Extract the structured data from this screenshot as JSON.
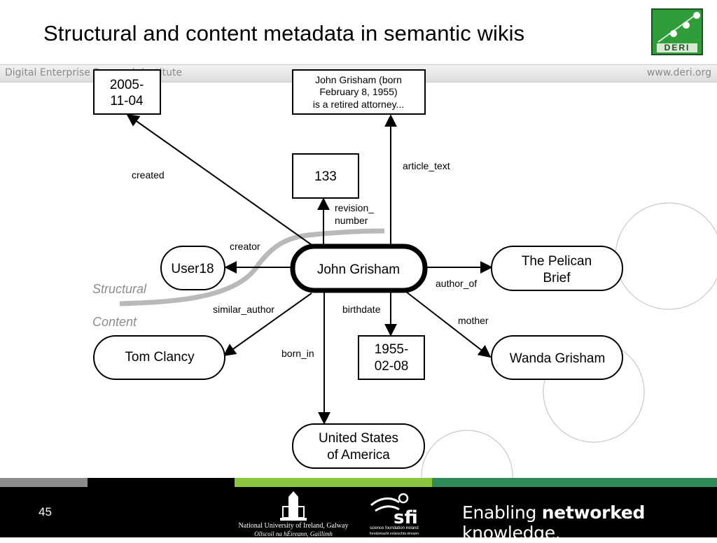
{
  "slide": {
    "title": "Structural and content metadata in semantic wikis",
    "banner_left": "Digital Enterprise Research Institute",
    "banner_right": "www.deri.org",
    "logo_text": "DERI",
    "page_number": "45"
  },
  "diagram": {
    "nodes": {
      "center": "John Grisham",
      "user": "User18",
      "date_created_1": "2005-",
      "date_created_2": "11-04",
      "article_1": "John Grisham (born",
      "article_2": "February 8, 1955)",
      "article_3": "is a retired attorney...",
      "revision": "133",
      "pelican_1": "The Pelican",
      "pelican_2": "Brief",
      "tom_clancy": "Tom Clancy",
      "birth_1": "1955-",
      "birth_2": "02-08",
      "wanda": "Wanda Grisham",
      "usa_1": "United States",
      "usa_2": "of America"
    },
    "edges": {
      "created": "created",
      "article_text": "article_text",
      "revision_1": "revision_",
      "revision_2": "number",
      "creator": "creator",
      "author_of": "author_of",
      "similar_author": "similar_author",
      "birthdate": "birthdate",
      "mother": "mother",
      "born_in": "born_in"
    },
    "regions": {
      "structural": "Structural",
      "content": "Content"
    }
  },
  "footer": {
    "university_line1": "National University of Ireland, Galway",
    "university_line2": "Ollscoil na hÉireann, Gaillimh",
    "sfi_mark": "sfi",
    "sfi_line1": "science foundation ireland",
    "sfi_line2": "fondúireacht eolaíochta éireann",
    "tagline_part1": "Enabling ",
    "tagline_bold": "networked",
    "tagline_part2": " knowledge."
  },
  "colors": {
    "footer_strip_gray": "#8c8c8c",
    "footer_strip_black": "#000000",
    "footer_strip_lime": "#8cc63f",
    "footer_strip_green": "#2e8b57",
    "logo_green": "#2f9e3a"
  }
}
